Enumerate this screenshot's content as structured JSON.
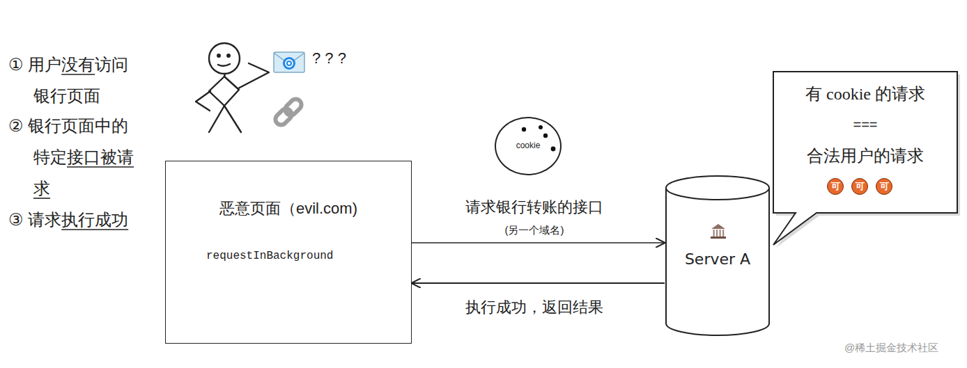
{
  "diagram": {
    "nodes": [
      {
        "text": [
          "恶意页面（evil.com)",
          "requestInBackground"
        ]
      },
      {
        "text": [
          "cookie"
        ]
      },
      {
        "text": [
          "Server A"
        ]
      },
      {
        "text": [
          "有 cookie 的请求",
          "===",
          "合法用户的请求"
        ]
      },
      {
        "text": [
          "可"
        ],
        "in": 3
      },
      {
        "text": [
          "可"
        ],
        "in": 3
      },
      {
        "text": [
          "可"
        ],
        "in": 3
      }
    ],
    "edges": [
      {
        "from": 0,
        "to": 2,
        "arrow": "to",
        "label": "请求银行转账的接口"
      },
      {
        "from": 2,
        "to": 0,
        "arrow": "to",
        "label": "执行成功，返回结果"
      }
    ],
    "labels": [
      "① 用户没有访问银行页面",
      "② 银行页面中的特定接口被请求",
      "③ 请求执行成功",
      "? ? ?",
      "(另一个域名)",
      "@稀土掘金技术社区"
    ]
  }
}
